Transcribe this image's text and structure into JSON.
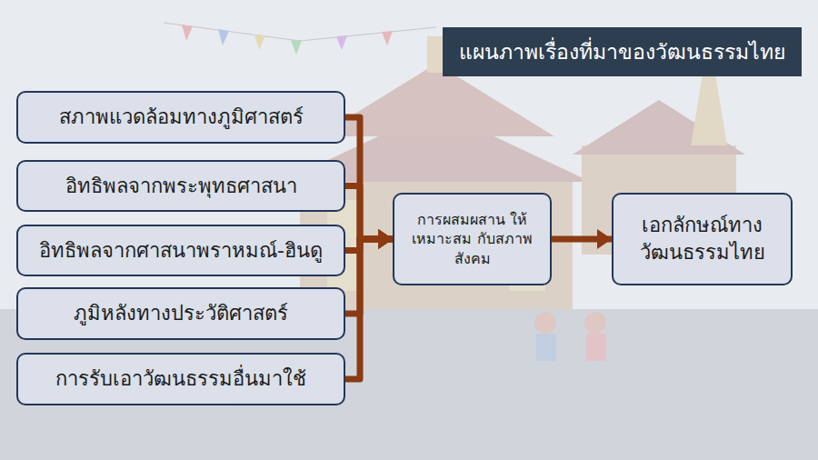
{
  "diagram": {
    "title": "แผนภาพเรื่องที่มาของวัฒนธรรมไทย",
    "nodes": [
      {
        "text": [
          "สภาพแวดล้อมทางภูมิศาสตร์"
        ]
      },
      {
        "text": [
          "อิทธิพลจากพระพุทธศาสนา"
        ]
      },
      {
        "text": [
          "อิทธิพลจากศาสนาพราหมณ์-ฮินดู"
        ]
      },
      {
        "text": [
          "ภูมิหลังทางประวัติศาสตร์"
        ]
      },
      {
        "text": [
          "การรับเอาวัฒนธรรมอื่นมาใช้"
        ]
      },
      {
        "text": [
          "การผสมผสาน ให้เหมาะสม กับสภาพสังคม"
        ]
      },
      {
        "text": [
          "เอกลักษณ์ทาง วัฒนธรรมไทย"
        ]
      }
    ],
    "edges": [
      {
        "from": 0,
        "to": 5,
        "arrow": "to"
      },
      {
        "from": 1,
        "to": 5,
        "arrow": "to"
      },
      {
        "from": 2,
        "to": 5,
        "arrow": "to"
      },
      {
        "from": 3,
        "to": 5,
        "arrow": "to"
      },
      {
        "from": 4,
        "to": 5,
        "arrow": "to"
      },
      {
        "from": 5,
        "to": 6,
        "arrow": "to"
      }
    ]
  }
}
